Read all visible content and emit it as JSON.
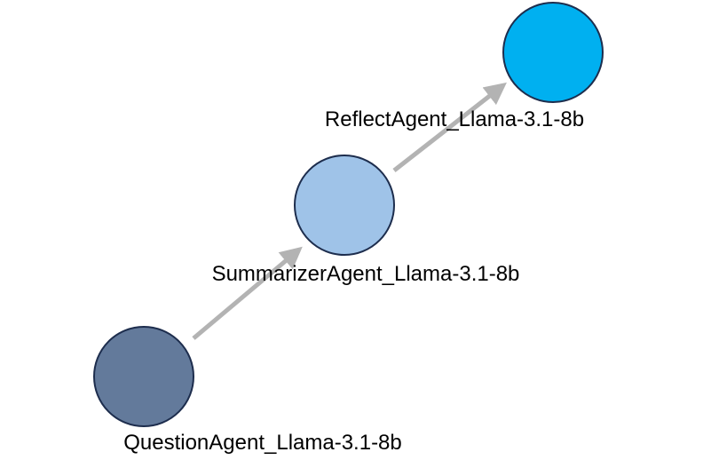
{
  "nodes": [
    {
      "id": "question",
      "label": "QuestionAgent_Llama-3.1-8b",
      "fill": "#637a9b",
      "stroke": "#1d2d4d"
    },
    {
      "id": "summarizer",
      "label": "SummarizerAgent_Llama-3.1-8b",
      "fill": "#9fc3e8",
      "stroke": "#1d2d4d"
    },
    {
      "id": "reflect",
      "label": "ReflectAgent_Llama-3.1-8b",
      "fill": "#00b0f0",
      "stroke": "#1d2d4d"
    }
  ],
  "edges": [
    {
      "from": "question",
      "to": "summarizer",
      "color": "#b3b3b3"
    },
    {
      "from": "summarizer",
      "to": "reflect",
      "color": "#b3b3b3"
    }
  ]
}
